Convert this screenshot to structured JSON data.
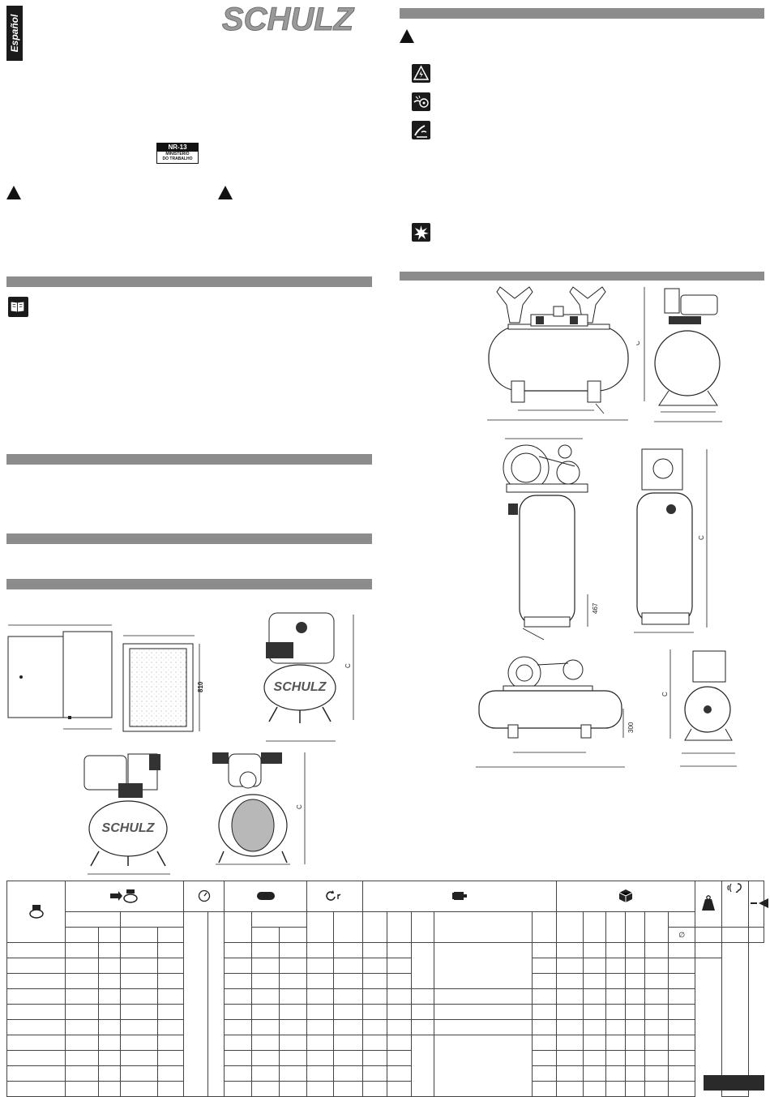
{
  "language_tab": "Español",
  "brand": "SCHULZ",
  "nr13_badge": {
    "title": "NR-13",
    "line1": "MINISTÉRIO",
    "line2": "DO TRABALHO"
  },
  "dimension_labels": {
    "c": "C",
    "d810": "810",
    "d467": "467",
    "d300": "300"
  },
  "table": {
    "diameter_symbol": "∅"
  },
  "colors": {
    "section_bar": "#8c8c8c",
    "dark": "#1a1a1a",
    "background": "#ffffff"
  },
  "icons": [
    "warning-triangle-icon",
    "electric-hazard-icon",
    "hot-surface-icon",
    "hand-crush-icon",
    "explosion-icon",
    "manual-book-icon",
    "compressor-icon",
    "air-flow-icon",
    "pressure-gauge-icon",
    "tank-icon",
    "rotation-icon",
    "motor-icon",
    "box-icon",
    "weight-icon",
    "noise-icon",
    "spray-icon"
  ]
}
